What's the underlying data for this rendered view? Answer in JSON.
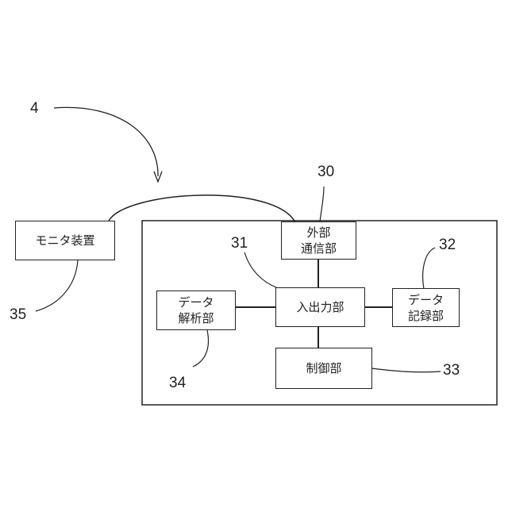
{
  "blocks": {
    "monitor": {
      "label": "モニタ装置",
      "ref": "35"
    },
    "external_comm": {
      "line1": "外部",
      "line2": "通信部",
      "ref": "30"
    },
    "io": {
      "label": "入出力部",
      "ref": "31"
    },
    "data_record": {
      "line1": "データ",
      "line2": "記録部",
      "ref": "32"
    },
    "data_analysis": {
      "line1": "データ",
      "line2": "解析部",
      "ref": "34"
    },
    "control": {
      "label": "制御部",
      "ref": "33"
    }
  },
  "system_ref": "4"
}
